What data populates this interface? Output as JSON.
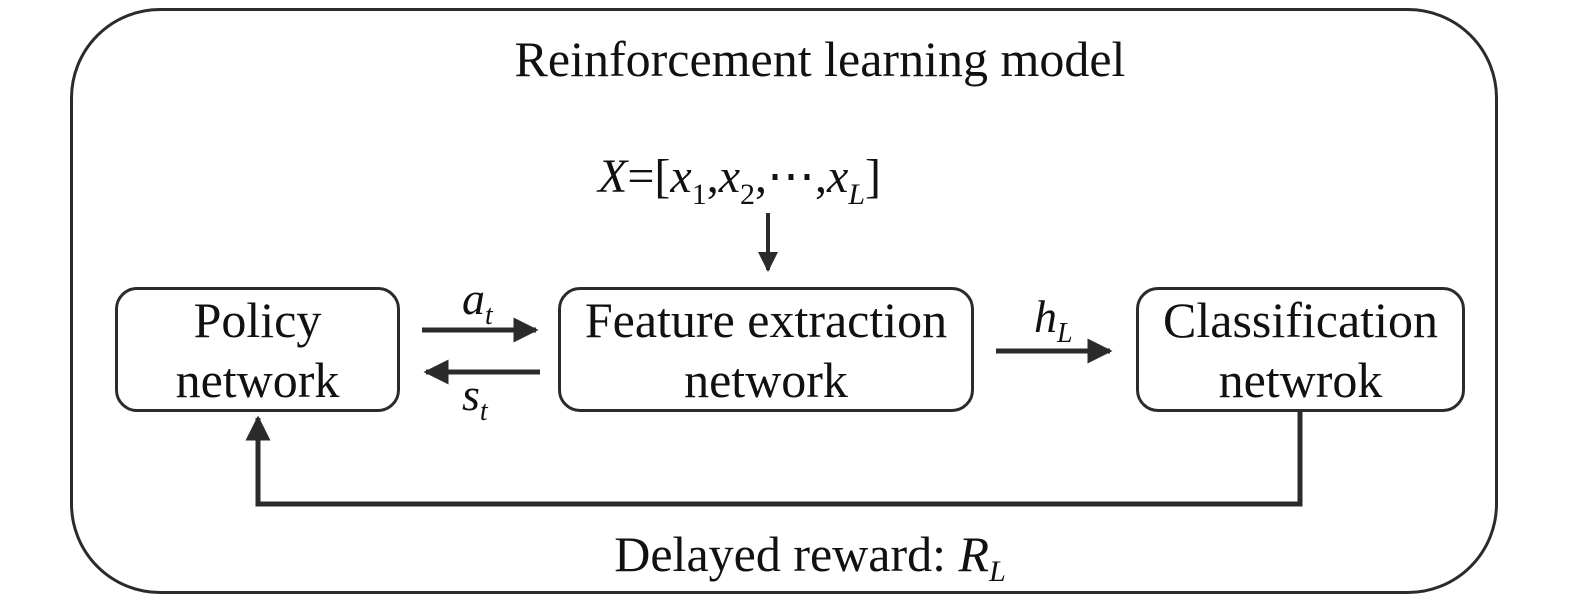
{
  "title": "Reinforcement learning model",
  "input": {
    "var": "X",
    "equals": "=[",
    "x1": "x",
    "x1_sub": "1",
    "comma1": ",",
    "x2": "x",
    "x2_sub": "2",
    "dots": ",⋯,",
    "xL": "x",
    "xL_sub": "L",
    "close": "]"
  },
  "nodes": {
    "policy": {
      "line1": "Policy",
      "line2": "network"
    },
    "feature": {
      "line1": "Feature extraction",
      "line2": "network"
    },
    "classify": {
      "line1": "Classification",
      "line2": "netwrok"
    }
  },
  "edges": {
    "action": {
      "symbol": "a",
      "sub": "t"
    },
    "state": {
      "symbol": "s",
      "sub": "t"
    },
    "hidden": {
      "symbol": "h",
      "sub": "L"
    }
  },
  "reward": {
    "text": "Delayed reward: ",
    "symbol": "R",
    "sub": "L"
  }
}
